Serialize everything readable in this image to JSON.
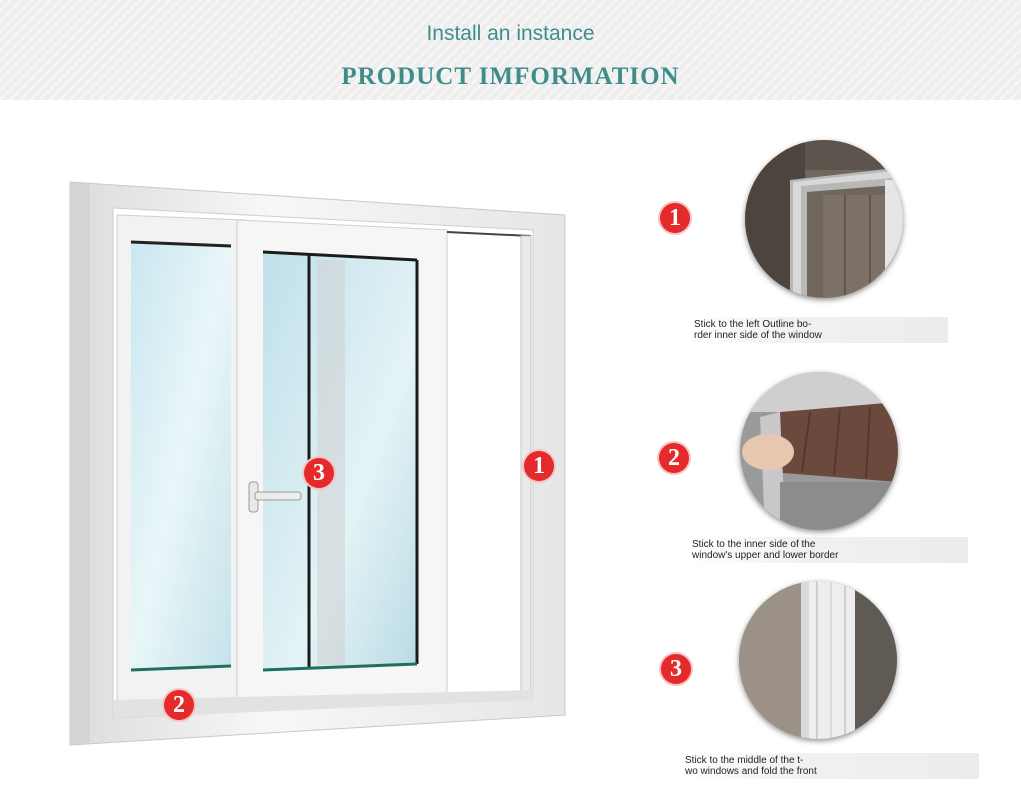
{
  "header": {
    "subtitle": "Install an instance",
    "title": "PRODUCT IMFORMATION"
  },
  "window_markers": [
    "1",
    "2",
    "3"
  ],
  "details": [
    {
      "number": "1",
      "caption": "Stick to the left Outline bo-\nrder inner side of the window"
    },
    {
      "number": "2",
      "caption": "Stick to the inner side of the\nwindow's upper and lower border"
    },
    {
      "number": "3",
      "caption": "Stick to the middle of the t-\nwo windows and fold the front"
    }
  ],
  "colors": {
    "heading": "#3f8d8a",
    "marker": "#e42a2a",
    "frame": "#f4f4f4",
    "glass": "#d9eef3"
  }
}
